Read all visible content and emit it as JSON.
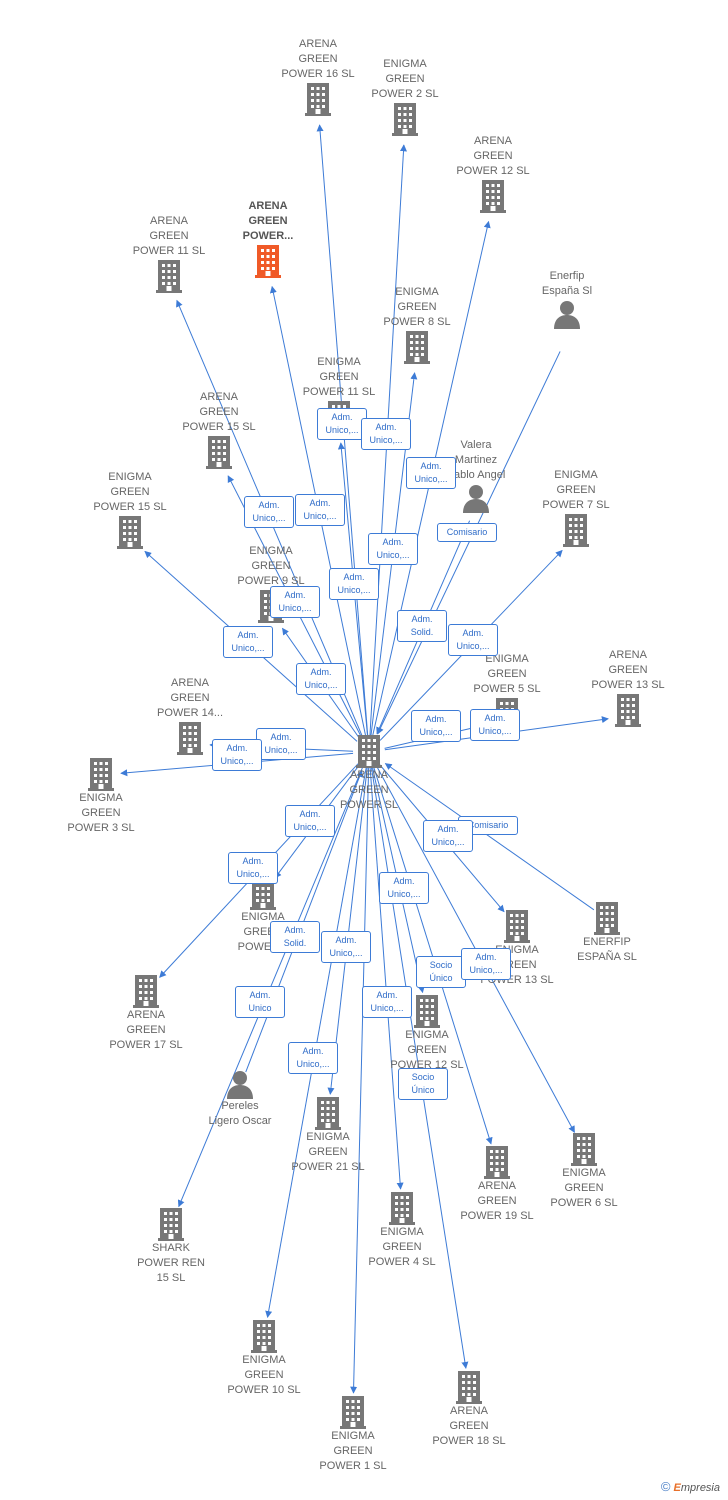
{
  "nodes": [
    {
      "id": "center",
      "label": "ARENA\nGREEN\nPOWER  SL",
      "kind": "company",
      "main": false,
      "center": true
    },
    {
      "id": "ag16",
      "label": "ARENA\nGREEN\nPOWER 16  SL",
      "kind": "company"
    },
    {
      "id": "eg2",
      "label": "ENIGMA\nGREEN\nPOWER 2  SL",
      "kind": "company"
    },
    {
      "id": "ag12",
      "label": "ARENA\nGREEN\nPOWER 12  SL",
      "kind": "company"
    },
    {
      "id": "ag11",
      "label": "ARENA\nGREEN\nPOWER 11  SL",
      "kind": "company"
    },
    {
      "id": "agmain",
      "label": "ARENA\nGREEN\nPOWER...",
      "kind": "company",
      "main": true
    },
    {
      "id": "eg8",
      "label": "ENIGMA\nGREEN\nPOWER 8  SL",
      "kind": "company"
    },
    {
      "id": "enerfip_p",
      "label": "Enerfip\nEspaña Sl",
      "kind": "person"
    },
    {
      "id": "eg11",
      "label": "ENIGMA\nGREEN\nPOWER 11  SL",
      "kind": "company"
    },
    {
      "id": "ag15",
      "label": "ARENA\nGREEN\nPOWER 15  SL",
      "kind": "company"
    },
    {
      "id": "valera",
      "label": "Valera\nMartinez\nPablo Angel",
      "kind": "person"
    },
    {
      "id": "eg15",
      "label": "ENIGMA\nGREEN\nPOWER 15  SL",
      "kind": "company"
    },
    {
      "id": "eg7",
      "label": "ENIGMA\nGREEN\nPOWER 7  SL",
      "kind": "company"
    },
    {
      "id": "eg9",
      "label": "ENIGMA\nGREEN\nPOWER 9  SL",
      "kind": "company"
    },
    {
      "id": "eg5",
      "label": "ENIGMA\nGREEN\nPOWER 5  SL",
      "kind": "company"
    },
    {
      "id": "ag13",
      "label": "ARENA\nGREEN\nPOWER 13  SL",
      "kind": "company"
    },
    {
      "id": "ag14",
      "label": "ARENA\nGREEN\nPOWER 14...",
      "kind": "company"
    },
    {
      "id": "eg3",
      "label": "ENIGMA\nGREEN\nPOWER 3  SL",
      "kind": "company"
    },
    {
      "id": "eg1x",
      "label": "ENIGMA\nGREEN\nPOWER 1",
      "kind": "company"
    },
    {
      "id": "eg13",
      "label": "ENIGMA\nGREEN\nPOWER 13  SL",
      "kind": "company"
    },
    {
      "id": "enerfip_c",
      "label": "ENERFIP\nESPAÑA  SL",
      "kind": "company"
    },
    {
      "id": "ag17",
      "label": "ARENA\nGREEN\nPOWER 17  SL",
      "kind": "company"
    },
    {
      "id": "eg12",
      "label": "ENIGMA\nGREEN\nPOWER 12  SL",
      "kind": "company"
    },
    {
      "id": "pereles",
      "label": "Pereles\nLigero Oscar",
      "kind": "person"
    },
    {
      "id": "eg21",
      "label": "ENIGMA\nGREEN\nPOWER 21  SL",
      "kind": "company"
    },
    {
      "id": "ag19",
      "label": "ARENA\nGREEN\nPOWER 19  SL",
      "kind": "company"
    },
    {
      "id": "eg6",
      "label": "ENIGMA\nGREEN\nPOWER 6  SL",
      "kind": "company"
    },
    {
      "id": "shark",
      "label": "SHARK\nPOWER REN\n15  SL",
      "kind": "company"
    },
    {
      "id": "eg4",
      "label": "ENIGMA\nGREEN\nPOWER 4  SL",
      "kind": "company"
    },
    {
      "id": "eg10",
      "label": "ENIGMA\nGREEN\nPOWER 10  SL",
      "kind": "company"
    },
    {
      "id": "ag18",
      "label": "ARENA\nGREEN\nPOWER 18  SL",
      "kind": "company"
    },
    {
      "id": "eg1",
      "label": "ENIGMA\nGREEN\nPOWER 1  SL",
      "kind": "company"
    }
  ],
  "badges": [
    {
      "id": "b1",
      "label": "Adm.\nUnico,..."
    },
    {
      "id": "b2",
      "label": "Adm.\nUnico,..."
    },
    {
      "id": "b3",
      "label": "Adm.\nUnico,..."
    },
    {
      "id": "b4",
      "label": "Adm.\nUnico,..."
    },
    {
      "id": "b5",
      "label": "Adm.\nUnico,..."
    },
    {
      "id": "b6",
      "label": "Comisario"
    },
    {
      "id": "b7",
      "label": "Adm.\nUnico,..."
    },
    {
      "id": "b8",
      "label": "Adm.\nUnico,..."
    },
    {
      "id": "b9",
      "label": "Adm.\nUnico,..."
    },
    {
      "id": "b10",
      "label": "Adm.\nUnico,..."
    },
    {
      "id": "b11",
      "label": "Adm.\nSolid."
    },
    {
      "id": "b12",
      "label": "Adm.\nUnico,..."
    },
    {
      "id": "b13",
      "label": "Adm.\nUnico,..."
    },
    {
      "id": "b14",
      "label": "Adm.\nUnico,..."
    },
    {
      "id": "b15",
      "label": "Adm.\nUnico,..."
    },
    {
      "id": "b16",
      "label": "Adm.\nUnico,..."
    },
    {
      "id": "b17",
      "label": "Adm.\nUnico,..."
    },
    {
      "id": "b18",
      "label": "Comisario"
    },
    {
      "id": "b19",
      "label": "Adm.\nUnico,..."
    },
    {
      "id": "b20",
      "label": "Adm.\nUnico,..."
    },
    {
      "id": "b21",
      "label": "Adm.\nUnico,..."
    },
    {
      "id": "b22",
      "label": "Adm.\nSolid."
    },
    {
      "id": "b23",
      "label": "Adm.\nUnico,..."
    },
    {
      "id": "b24",
      "label": "Socio\nÚnico"
    },
    {
      "id": "b25",
      "label": "Adm.\nUnico,..."
    },
    {
      "id": "b26",
      "label": "Adm.\nUnico"
    },
    {
      "id": "b27",
      "label": "Adm.\nUnico,..."
    },
    {
      "id": "b28",
      "label": "Adm.\nUnico,..."
    },
    {
      "id": "b29",
      "label": "Adm.\nUnico,..."
    },
    {
      "id": "b30",
      "label": "Socio\nÚnico"
    }
  ],
  "colors": {
    "edge": "#3d7bd6",
    "icon": "#777777",
    "main_icon": "#f05a28",
    "badge_text": "#2f6cc8"
  },
  "footer": {
    "copyright": "©",
    "brand_initial": "E",
    "brand_rest": "mpresia"
  }
}
